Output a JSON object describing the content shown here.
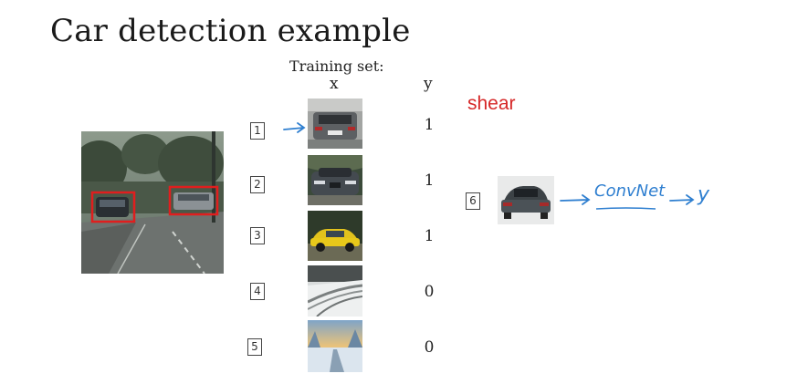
{
  "slide": {
    "title": "Car detection example",
    "training_set_label": "Training set:",
    "col_x": "x",
    "col_y": "y"
  },
  "annotation": {
    "text": "shear",
    "color": "#d62828"
  },
  "rows": [
    {
      "index": "1",
      "y": "1",
      "thumb": "car-rear-photo"
    },
    {
      "index": "2",
      "y": "1",
      "thumb": "car-front-photo"
    },
    {
      "index": "3",
      "y": "1",
      "thumb": "yellow-car-photo"
    },
    {
      "index": "4",
      "y": "0",
      "thumb": "snowy-road-photo"
    },
    {
      "index": "5",
      "y": "0",
      "thumb": "winter-landscape-photo"
    }
  ],
  "inference": {
    "index": "6",
    "model_label": "ConvNet",
    "output_label": "y",
    "ink_color": "#2f7fd0"
  },
  "scene": {
    "box_color": "#e01e1e"
  }
}
